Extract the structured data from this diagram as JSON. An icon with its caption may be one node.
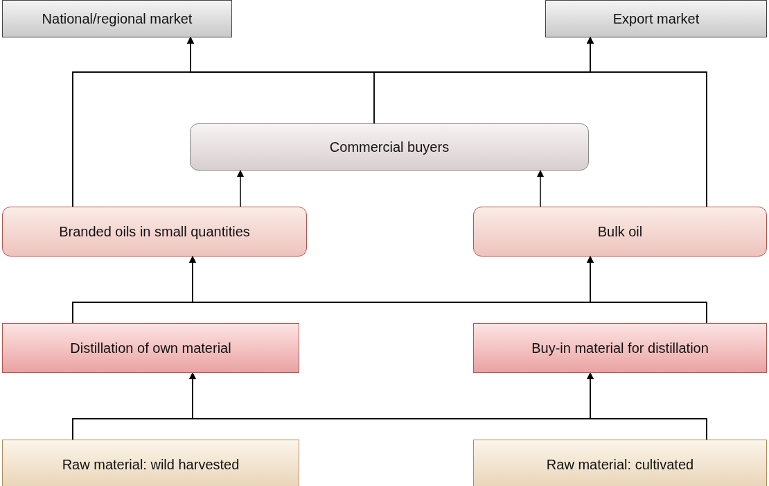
{
  "diagram": {
    "nodes": [
      {
        "text": [
          "National/regional market"
        ]
      },
      {
        "text": [
          "Export market"
        ]
      },
      {
        "text": [
          "Commercial buyers"
        ]
      },
      {
        "text": [
          "Branded oils in small quantities"
        ]
      },
      {
        "text": [
          "Bulk oil"
        ]
      },
      {
        "text": [
          "Distillation of own material"
        ]
      },
      {
        "text": [
          "Buy-in material for distillation"
        ]
      },
      {
        "text": [
          "Raw material: wild harvested"
        ]
      },
      {
        "text": [
          "Raw material: cultivated"
        ]
      }
    ],
    "edges": [
      {
        "from": 7,
        "to": 5,
        "arrow": "to"
      },
      {
        "from": 7,
        "to": 6,
        "arrow": "to"
      },
      {
        "from": 8,
        "to": 5,
        "arrow": "to"
      },
      {
        "from": 8,
        "to": 6,
        "arrow": "to"
      },
      {
        "from": 5,
        "to": 3,
        "arrow": "to"
      },
      {
        "from": 5,
        "to": 4,
        "arrow": "to"
      },
      {
        "from": 6,
        "to": 3,
        "arrow": "to"
      },
      {
        "from": 6,
        "to": 4,
        "arrow": "to"
      },
      {
        "from": 3,
        "to": 2,
        "arrow": "to"
      },
      {
        "from": 4,
        "to": 2,
        "arrow": "to"
      },
      {
        "from": 3,
        "to": 0,
        "arrow": "to"
      },
      {
        "from": 3,
        "to": 1,
        "arrow": "to"
      },
      {
        "from": 2,
        "to": 0,
        "arrow": "to"
      },
      {
        "from": 2,
        "to": 1,
        "arrow": "to"
      },
      {
        "from": 4,
        "to": 0,
        "arrow": "to"
      },
      {
        "from": 4,
        "to": 1,
        "arrow": "to"
      }
    ]
  }
}
